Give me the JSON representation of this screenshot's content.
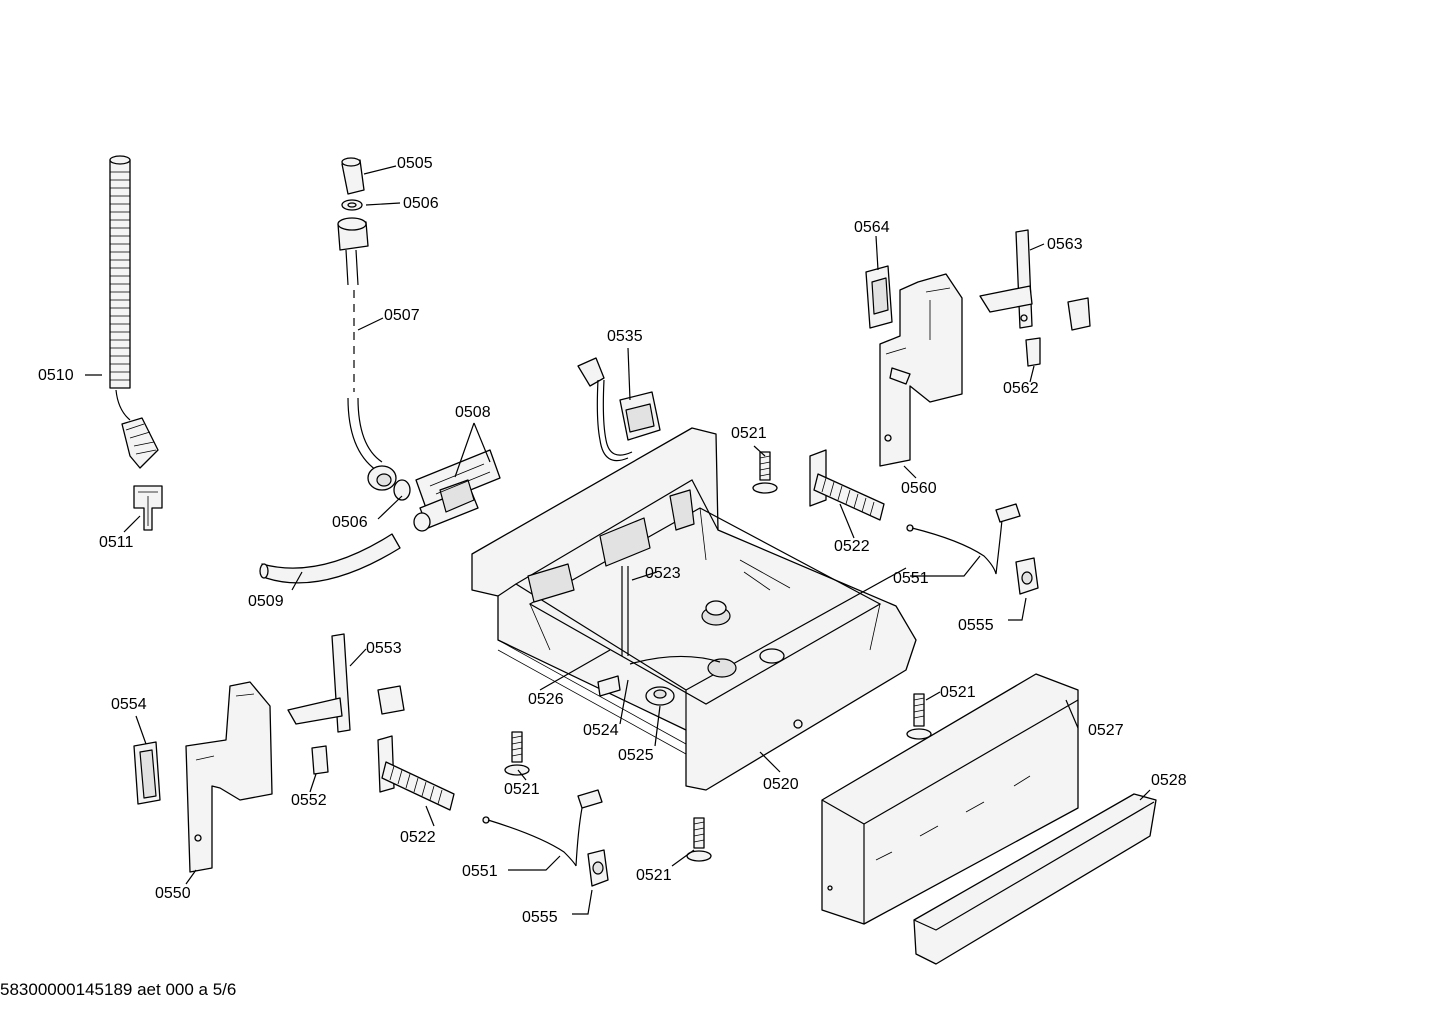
{
  "title_block": {
    "code": "58300000145189 aet 000 a 5/6"
  },
  "labels": {
    "l0505": "0505",
    "l0506a": "0506",
    "l0506b": "0506",
    "l0507": "0507",
    "l0508": "0508",
    "l0509": "0509",
    "l0510": "0510",
    "l0511": "0511",
    "l0520": "0520",
    "l0521a": "0521",
    "l0521b": "0521",
    "l0521c": "0521",
    "l0521d": "0521",
    "l0522a": "0522",
    "l0522b": "0522",
    "l0523": "0523",
    "l0524": "0524",
    "l0525": "0525",
    "l0526": "0526",
    "l0527": "0527",
    "l0528": "0528",
    "l0535": "0535",
    "l0550": "0550",
    "l0551a": "0551",
    "l0551b": "0551",
    "l0552": "0552",
    "l0553": "0553",
    "l0554": "0554",
    "l0555a": "0555",
    "l0555b": "0555",
    "l0560": "0560",
    "l0562": "0562",
    "l0563": "0563",
    "l0564": "0564"
  }
}
